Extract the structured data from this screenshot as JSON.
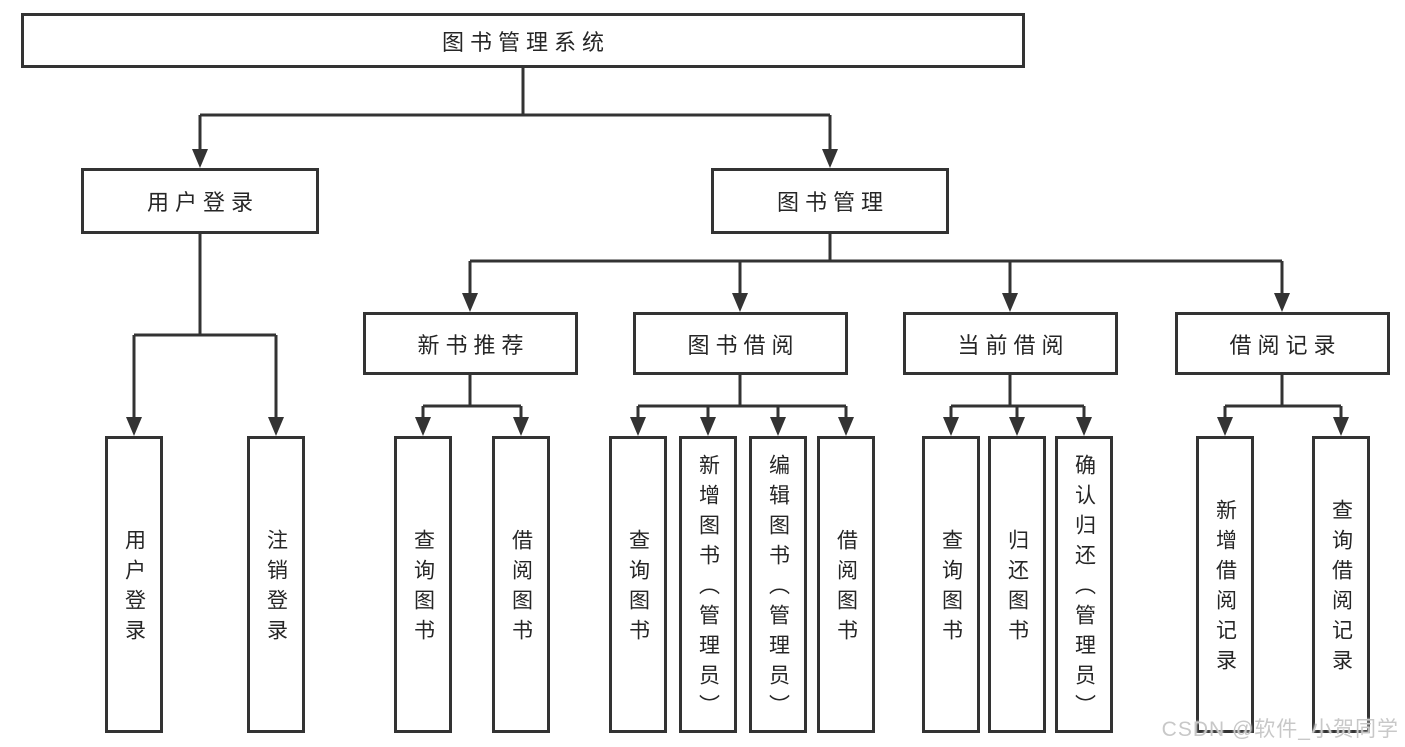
{
  "colors": {
    "background": "#ffffff",
    "box_border": "#333333",
    "line": "#333333",
    "text": "#262626",
    "watermark_text": "#c8c8c8"
  },
  "watermark": {
    "text": "CSDN @软件_小贺同学"
  },
  "nodes": {
    "root": {
      "label": "图书管理系统"
    },
    "user_login": {
      "label": "用户登录"
    },
    "book_mgmt": {
      "label": "图书管理"
    },
    "new_book_rec": {
      "label": "新书推荐"
    },
    "book_borrow": {
      "label": "图书借阅"
    },
    "current_borrow": {
      "label": "当前借阅"
    },
    "borrow_records": {
      "label": "借阅记录"
    },
    "leaf_login": {
      "label": "用户登录"
    },
    "leaf_logout": {
      "label": "注销登录"
    },
    "leaf_rec_query": {
      "label": "查询图书"
    },
    "leaf_rec_borrow": {
      "label": "借阅图书"
    },
    "leaf_bb_query": {
      "label": "查询图书"
    },
    "leaf_bb_add": {
      "label": "新增图书（管理员）"
    },
    "leaf_bb_edit": {
      "label": "编辑图书（管理员）"
    },
    "leaf_bb_borrow": {
      "label": "借阅图书"
    },
    "leaf_cb_query": {
      "label": "查询图书"
    },
    "leaf_cb_return": {
      "label": "归还图书"
    },
    "leaf_cb_confirm": {
      "label": "确认归还（管理员）"
    },
    "leaf_br_add": {
      "label": "新增借阅记录"
    },
    "leaf_br_query": {
      "label": "查询借阅记录"
    }
  },
  "hierarchy": {
    "图书管理系统": {
      "用户登录": [
        "用户登录",
        "注销登录"
      ],
      "图书管理": {
        "新书推荐": [
          "查询图书",
          "借阅图书"
        ],
        "图书借阅": [
          "查询图书",
          "新增图书（管理员）",
          "编辑图书（管理员）",
          "借阅图书"
        ],
        "当前借阅": [
          "查询图书",
          "归还图书",
          "确认归还（管理员）"
        ],
        "借阅记录": [
          "新增借阅记录",
          "查询借阅记录"
        ]
      }
    }
  }
}
